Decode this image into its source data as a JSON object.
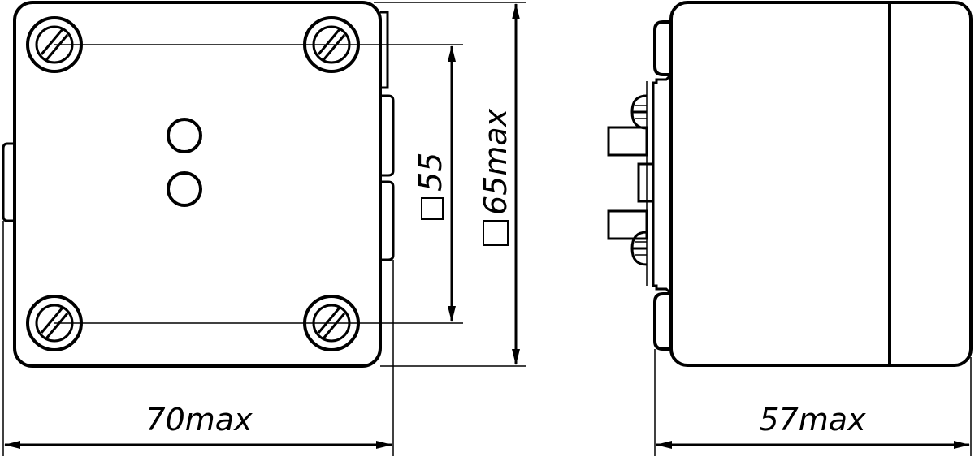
{
  "dimensions": {
    "width_front": "70max",
    "width_side": "57max",
    "height_max": "65max",
    "mount_spacing": "55"
  }
}
